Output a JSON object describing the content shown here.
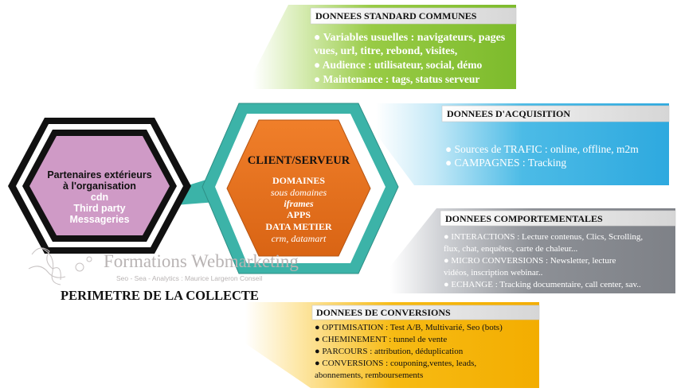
{
  "left_hexagon": {
    "line1": "Partenaires extérieurs",
    "line2": "à l'organisation",
    "line3": "cdn",
    "line4": "Third party",
    "line5": "Messageries"
  },
  "center_hexagon": {
    "title": "CLIENT/SERVEUR",
    "line1": "DOMAINES",
    "line2": "sous domaines",
    "line3": "iframes",
    "line4": "APPS",
    "line5": "DATA METIER",
    "line6": "crm, datamart"
  },
  "standard_box": {
    "title": "DONNEES STANDARD COMMUNES",
    "line1": "● Variables usuelles : navigateurs, pages",
    "line2": "vues,  url, titre, rebond, visites,",
    "line3": "● Audience : utilisateur, social, démo",
    "line4": "● Maintenance : tags, status serveur"
  },
  "acquisition_box": {
    "title": "DONNEES D'ACQUISITION",
    "line1": "● Sources de TRAFIC :  online, offline, m2m",
    "line2": "● CAMPAGNES : Tracking"
  },
  "behaviour_box": {
    "title": "DONNEES COMPORTEMENTALES",
    "line1": "● INTERACTIONS : Lecture contenus, Clics, Scrolling,",
    "line2": "flux, chat, enquêtes, carte de chaleur...",
    "line3": "● MICRO CONVERSIONS : Newsletter, lecture",
    "line4": "vidéos, inscription webinar..",
    "line5": "● ECHANGE : Tracking documentaire, call center, sav.."
  },
  "conversion_box": {
    "title": "DONNEES DE CONVERSIONS",
    "line1": "● OPTIMISATION : Test A/B,  Multivarié, Seo (bots)",
    "line2": "● CHEMINEMENT : tunnel de vente",
    "line3": "● PARCOURS : attribution, déduplication",
    "line4": "● CONVERSIONS : couponing,ventes, leads,",
    "line5": "abonnements, remboursements"
  },
  "watermark": {
    "title": "Formations Webmarketing",
    "subtitle": "Seo - Sea - Analytics : Maurice Largeron Conseil"
  },
  "perimeter_label": "PERIMETRE DE LA COLLECTE",
  "colors": {
    "green": "#8dc63f",
    "blue": "#39b3e4",
    "gray": "#8a8d93",
    "orange_box": "#f6b500",
    "teal": "#3cb3a8",
    "center_orange": "#e6701e",
    "pink": "#cf9ac6"
  }
}
